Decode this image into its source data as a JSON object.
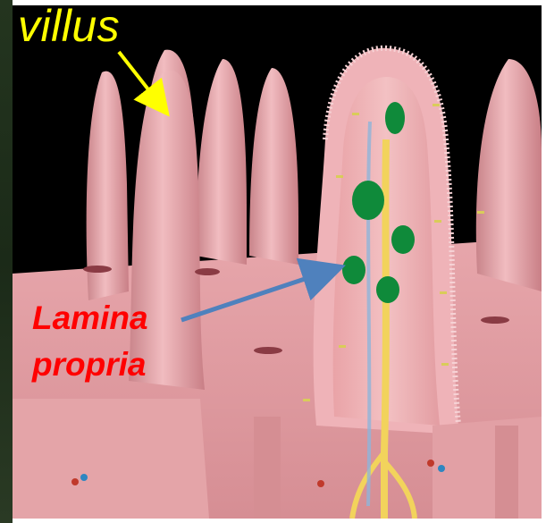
{
  "labels": {
    "villus": "villus",
    "lamina_line1": "Lamina",
    "lamina_line2": "propria"
  },
  "colors": {
    "villus_label": "#ffff00",
    "lamina_label": "#ff0000",
    "villus_arrow": "#ffff00",
    "lamina_arrow": "#4f81bd",
    "tissue": "#e8a9ad",
    "background": "#000000",
    "lymphoid_cells": "#0f8a3a"
  }
}
